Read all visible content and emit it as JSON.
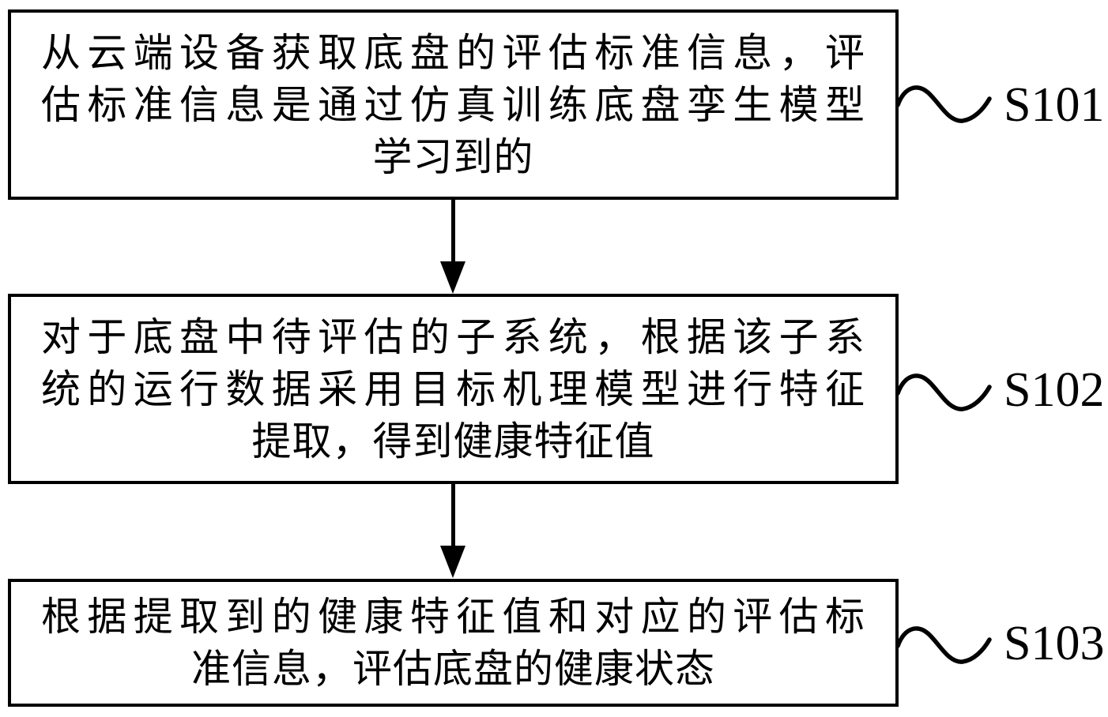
{
  "flowchart": {
    "background": "#ffffff",
    "line_color": "#000000",
    "text_color": "#000000",
    "steps": [
      {
        "label": "S101",
        "lines": [
          "从云端设备获取底盘的评估标准信息，评",
          "估标准信息是通过仿真训练底盘孪生模型",
          "学习到的"
        ]
      },
      {
        "label": "S102",
        "lines": [
          "对于底盘中待评估的子系统，根据该子系",
          "统的运行数据采用目标机理模型进行特征",
          "提取，得到健康特征值"
        ]
      },
      {
        "label": "S103",
        "lines": [
          "根据提取到的健康特征值和对应的评估标",
          "准信息，评估底盘的健康状态"
        ]
      }
    ]
  }
}
